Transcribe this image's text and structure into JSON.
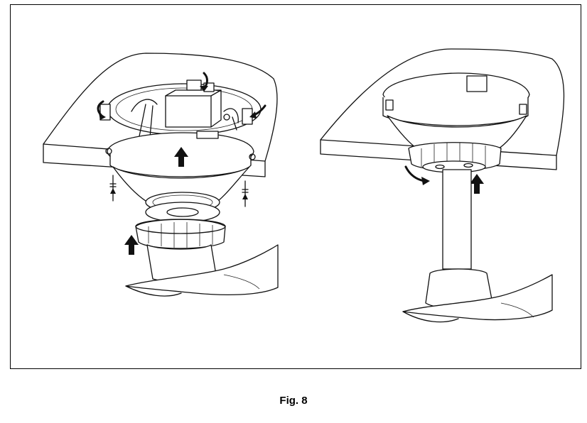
{
  "figure": {
    "caption": "Fig. 8",
    "left_illustration": "ceiling-fan-mounting-exploded",
    "right_illustration": "ceiling-fan-mounting-assembled",
    "icons": [
      "up-arrow-icon",
      "rotate-arrow-icon",
      "screw-icon"
    ]
  }
}
